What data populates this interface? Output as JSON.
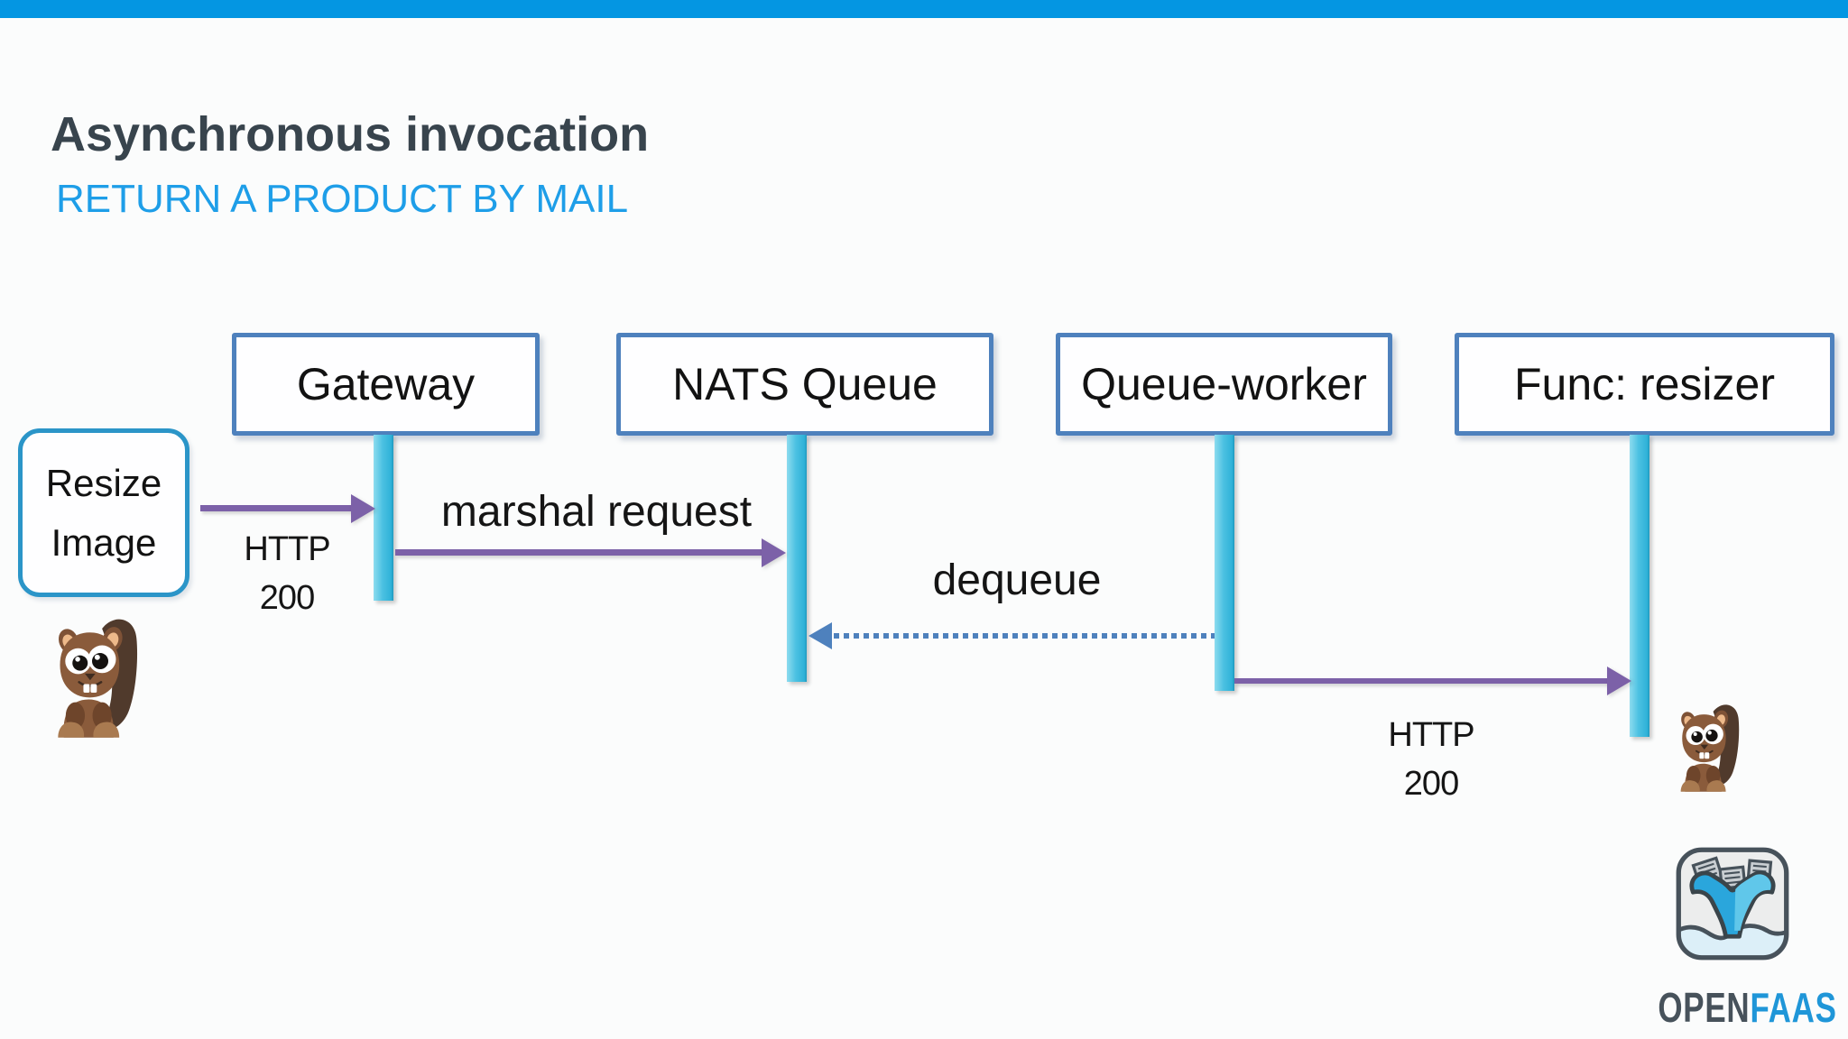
{
  "slide": {
    "title": "Asynchronous invocation",
    "subtitle": "RETURN A PRODUCT BY MAIL"
  },
  "diagram": {
    "actors": [
      {
        "label": "Gateway"
      },
      {
        "label": "NATS Queue"
      },
      {
        "label": "Queue-worker"
      },
      {
        "label": "Func: resizer"
      }
    ],
    "trigger": {
      "line1": "Resize",
      "line2": "Image"
    },
    "messages": {
      "http200": {
        "line1": "HTTP",
        "line2": "200"
      },
      "marshal": "marshal request",
      "dequeue": "dequeue"
    }
  },
  "branding": {
    "logo_text_primary": "OPEN",
    "logo_text_accent": "FAAS",
    "icons": {
      "whale": "openfaas-whale-logo",
      "squirrel": "squirrel-mascot"
    }
  },
  "colors": {
    "top_bar": "#0496E2",
    "title": "#38444D",
    "subtitle": "#1E9EE8",
    "actor_border": "#4E81BD",
    "lifeline": "#3CBCDE",
    "arrow": "#7C61A8",
    "dotted_arrow": "#4E81BD",
    "trigger_border": "#2B95C8",
    "logo_primary": "#47525B",
    "logo_accent": "#1F96D8"
  }
}
